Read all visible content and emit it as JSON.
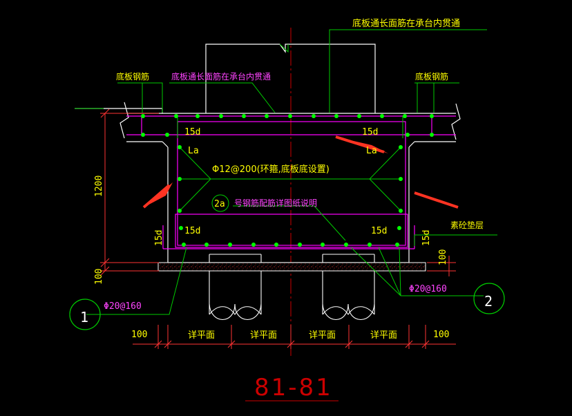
{
  "colors": {
    "background": "#000000",
    "outline": "#ffffff",
    "rebar": "#00ff00",
    "stirrup": "#ff00ff",
    "leader_green": "#00cc00",
    "axis": "#cc0000",
    "dimension": "#ff3333",
    "label_yellow": "#ffff00",
    "label_magenta": "#ff44ff",
    "arrow_red": "#ff3322",
    "concrete_hatch": "#ff3333"
  },
  "labels": {
    "top_through_bar": "底板通长面筋在承台内贯通",
    "left_slab_bar": "底板钢筋",
    "mid_through_bar": "底板通长面筋在承台内贯通",
    "right_slab_bar": "底板钢筋",
    "anchor_15d_tl": "15d",
    "anchor_15d_tr": "15d",
    "anchor_la_l": "La",
    "anchor_la_r": "La",
    "stirrup_spec": "Φ12@200(环箍,底板底设置)",
    "bar_2a_tag": "2a",
    "bar_2a_note": "号钢筋配筋详图纸说明",
    "anchor_15d_bl": "15d",
    "anchor_15d_br": "15d",
    "side_15d_l": "15d",
    "side_15d_r": "15d",
    "cushion_note": "素砼垫层",
    "bar1_spec": "Φ20@160",
    "bar2_spec": "Φ20@160",
    "bar1_tag": "1",
    "bar2_tag": "2"
  },
  "dimensions": {
    "height": "1200",
    "cushion_thickness": "100",
    "cushion_right": "100",
    "bottom_left": "100",
    "bottom_right": "100",
    "seg1": "详平面",
    "seg2": "详平面",
    "seg3": "详平面",
    "seg4": "详平面"
  },
  "section_title": "81-81"
}
